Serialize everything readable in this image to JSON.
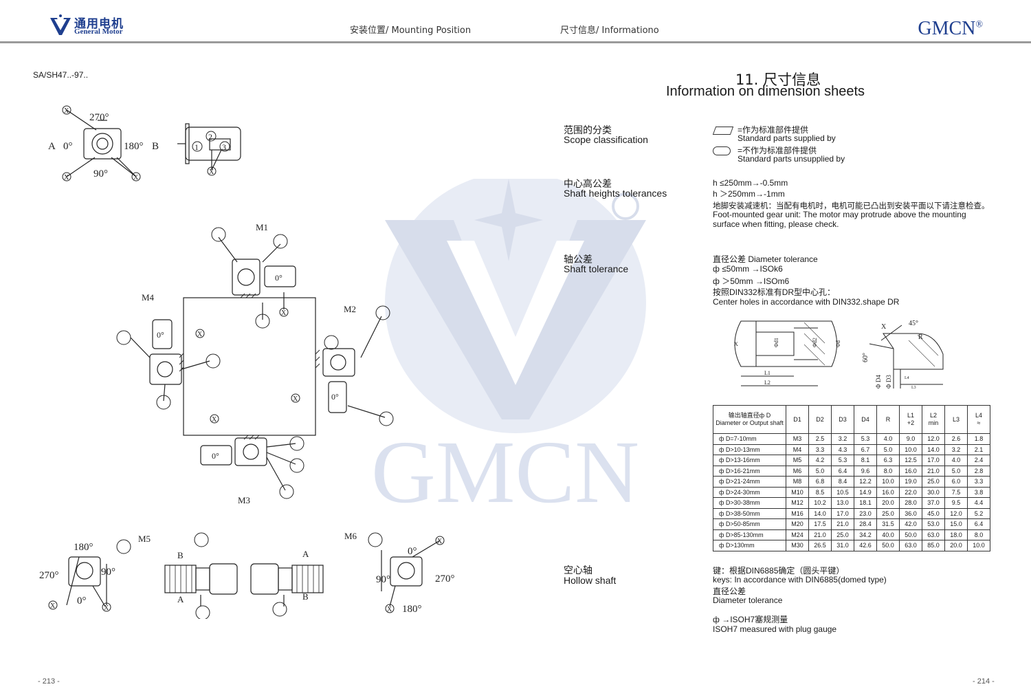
{
  "header": {
    "logo_cn": "通用电机",
    "logo_en": "General Motor",
    "tab_mounting": "安装位置/ Mounting Position",
    "tab_info": "尺寸信息/ Informationo",
    "brand": "GMCN",
    "brand_mark": "®"
  },
  "watermark": {
    "text": "GMCN",
    "color": "#dbe1ef"
  },
  "left_page": {
    "series": "SA/SH47..-97..",
    "page_number": "- 213 -",
    "top_diagram": {
      "deg_270": "270°",
      "deg_0": "0°",
      "deg_180": "180°",
      "deg_90": "90°",
      "side_a": "A",
      "side_b": "B",
      "x_mark": "X",
      "num_1": "1",
      "num_2": "2",
      "num_3": "3"
    },
    "center_diagram": {
      "m1": "M1",
      "m2": "M2",
      "m3": "M3",
      "m4": "M4",
      "deg_0": "0°",
      "x_mark": "X"
    },
    "bottom_diagram": {
      "m5": "M5",
      "m6": "M6",
      "deg_180": "180°",
      "deg_270": "270°",
      "deg_90": "90°",
      "deg_0": "0°",
      "side_a": "A",
      "side_b": "B",
      "x_mark": "X"
    }
  },
  "right_page": {
    "title_cn": "11. 尺寸信息",
    "title_en": "Information on dimension sheets",
    "page_number": "- 214 -",
    "scope": {
      "label_cn": "范围的分类",
      "label_en": "Scope classification",
      "std_cn": "=作为标准部件提供",
      "std_en": "Standard parts supplied by",
      "nonstd_cn": "=不作为标准部件提供",
      "nonstd_en": "Standard parts unsupplied by"
    },
    "shaft_heights": {
      "label_cn": "中心高公差",
      "label_en": "Shaft heights tolerances",
      "line1": "h     ≤250mm→-0.5mm",
      "line2": "h     ＞250mm→-1mm",
      "note_cn": "地脚安装减速机：当配有电机时，电机可能已凸出到安装平面以下请注意检查。",
      "note_en1": "Foot-mounted gear unit: The motor may protrude above the mounting",
      "note_en2": "surface when fitting, please check."
    },
    "shaft_tolerance": {
      "label_cn": "轴公差",
      "label_en": "Shaft tolerance",
      "line1": "直径公差 Diameter tolerance",
      "line2": "ф    ≤50mm    →ISOk6",
      "line3": "ф    ＞50mm    →ISOm6",
      "line4": "按照DIN332标准有DR型中心孔：",
      "line5": "Center holes in accordance with DIN332.shape DR"
    },
    "drawing_labels": {
      "x": "X",
      "d1": "Φd1",
      "d2": "Φd2",
      "d": "Φd",
      "l1": "L1",
      "l2": "L2",
      "angle_45": "45°",
      "angle_60": "60°",
      "r": "R",
      "d4": "Φ D4",
      "d3": "Φ D3",
      "l3": "L3",
      "l4": "L4"
    },
    "table": {
      "headers": [
        "输出轴直径ф D",
        "Diameter or Output shaft",
        "D1",
        "D2",
        "D3",
        "D4",
        "R",
        "L1",
        "+2",
        "L2",
        "min",
        "L3",
        "L4",
        "≈"
      ],
      "rows": [
        [
          "ф D=7-10mm",
          "M3",
          "2.5",
          "3.2",
          "5.3",
          "4.0",
          "9.0",
          "12.0",
          "2.6",
          "1.8"
        ],
        [
          "ф D>10-13mm",
          "M4",
          "3.3",
          "4.3",
          "6.7",
          "5.0",
          "10.0",
          "14.0",
          "3.2",
          "2.1"
        ],
        [
          "ф D>13-16mm",
          "M5",
          "4.2",
          "5.3",
          "8.1",
          "6.3",
          "12.5",
          "17.0",
          "4.0",
          "2.4"
        ],
        [
          "ф D>16-21mm",
          "M6",
          "5.0",
          "6.4",
          "9.6",
          "8.0",
          "16.0",
          "21.0",
          "5.0",
          "2.8"
        ],
        [
          "ф D>21-24mm",
          "M8",
          "6.8",
          "8.4",
          "12.2",
          "10.0",
          "19.0",
          "25.0",
          "6.0",
          "3.3"
        ],
        [
          "ф D>24-30mm",
          "M10",
          "8.5",
          "10.5",
          "14.9",
          "16.0",
          "22.0",
          "30.0",
          "7.5",
          "3.8"
        ],
        [
          "ф D>30-38mm",
          "M12",
          "10.2",
          "13.0",
          "18.1",
          "20.0",
          "28.0",
          "37.0",
          "9.5",
          "4.4"
        ],
        [
          "ф D>38-50mm",
          "M16",
          "14.0",
          "17.0",
          "23.0",
          "25.0",
          "36.0",
          "45.0",
          "12.0",
          "5.2"
        ],
        [
          "ф D>50-85mm",
          "M20",
          "17.5",
          "21.0",
          "28.4",
          "31.5",
          "42.0",
          "53.0",
          "15.0",
          "6.4"
        ],
        [
          "ф D>85-130mm",
          "M24",
          "21.0",
          "25.0",
          "34.2",
          "40.0",
          "50.0",
          "63.0",
          "18.0",
          "8.0"
        ],
        [
          "ф D>130mm",
          "M30",
          "26.5",
          "31.0",
          "42.6",
          "50.0",
          "63.0",
          "85.0",
          "20.0",
          "10.0"
        ]
      ]
    },
    "hollow_shaft": {
      "label_cn": "空心轴",
      "label_en": "Hollow shaft",
      "line1": "键：根据DIN6885确定（圆头平键）",
      "line2": "keys: In accordance with DIN6885(domed type)",
      "line3": "直径公差",
      "line4": "Diameter tolerance",
      "line5": "ф    →ISOH7塞规测量",
      "line6": "ISOH7 measured with plug gauge"
    }
  }
}
